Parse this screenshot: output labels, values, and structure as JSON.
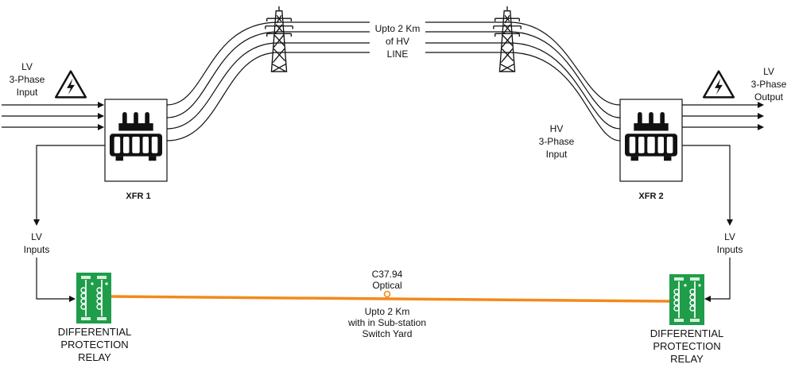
{
  "left": {
    "lv_input": [
      "LV",
      "3-Phase",
      "Input"
    ],
    "transformer": "XFR 1",
    "lv_inputs": [
      "LV",
      "Inputs"
    ],
    "relay": [
      "DIFFERENTIAL",
      "PROTECTION",
      "RELAY"
    ]
  },
  "right": {
    "lv_output": [
      "LV",
      "3-Phase",
      "Output"
    ],
    "hv_input": [
      "HV",
      "3-Phase",
      "Input"
    ],
    "transformer": "XFR 2",
    "lv_inputs": [
      "LV",
      "Inputs"
    ],
    "relay": [
      "DIFFERENTIAL",
      "PROTECTION",
      "RELAY"
    ]
  },
  "hv_line": [
    "Upto 2 Km",
    "of HV",
    "LINE"
  ],
  "link": {
    "label": [
      "C37.94",
      "Optical"
    ],
    "distance": [
      "Upto 2 Km",
      "with in Sub-station",
      "Switch Yard"
    ]
  },
  "colors": {
    "optical_link": "#f28a1c",
    "relay_green": "#1f9d4a",
    "line": "#111111"
  }
}
